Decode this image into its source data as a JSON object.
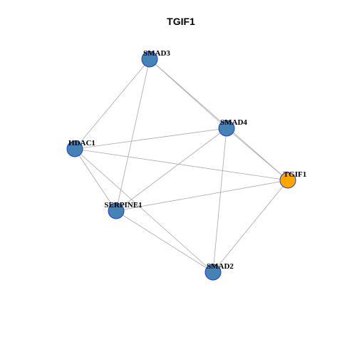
{
  "title": "TGIF1",
  "colors": {
    "node_fill": "#4682b4",
    "node_border": "#1f3fd0",
    "highlight_fill": "#ffa500",
    "edge": "#a8a8a8"
  },
  "nodes": [
    {
      "id": "SMAD3",
      "label": "SMAD3",
      "highlight": false
    },
    {
      "id": "SMAD4",
      "label": "SMAD4",
      "highlight": false
    },
    {
      "id": "HDAC1",
      "label": "HDAC1",
      "highlight": false
    },
    {
      "id": "TGIF1",
      "label": "TGIF1",
      "highlight": true
    },
    {
      "id": "SERPINE1",
      "label": "SERPINE1",
      "highlight": false
    },
    {
      "id": "SMAD2",
      "label": "SMAD2",
      "highlight": false
    }
  ],
  "edges": [
    [
      "SMAD3",
      "SMAD4"
    ],
    [
      "SMAD3",
      "TGIF1"
    ],
    [
      "SMAD3",
      "HDAC1"
    ],
    [
      "SMAD3",
      "SERPINE1"
    ],
    [
      "SMAD4",
      "HDAC1"
    ],
    [
      "SMAD4",
      "TGIF1"
    ],
    [
      "SMAD4",
      "SERPINE1"
    ],
    [
      "SMAD4",
      "SMAD2"
    ],
    [
      "HDAC1",
      "TGIF1"
    ],
    [
      "HDAC1",
      "SERPINE1"
    ],
    [
      "HDAC1",
      "SMAD2"
    ],
    [
      "SERPINE1",
      "TGIF1"
    ],
    [
      "SERPINE1",
      "SMAD2"
    ],
    [
      "TGIF1",
      "SMAD2"
    ]
  ]
}
